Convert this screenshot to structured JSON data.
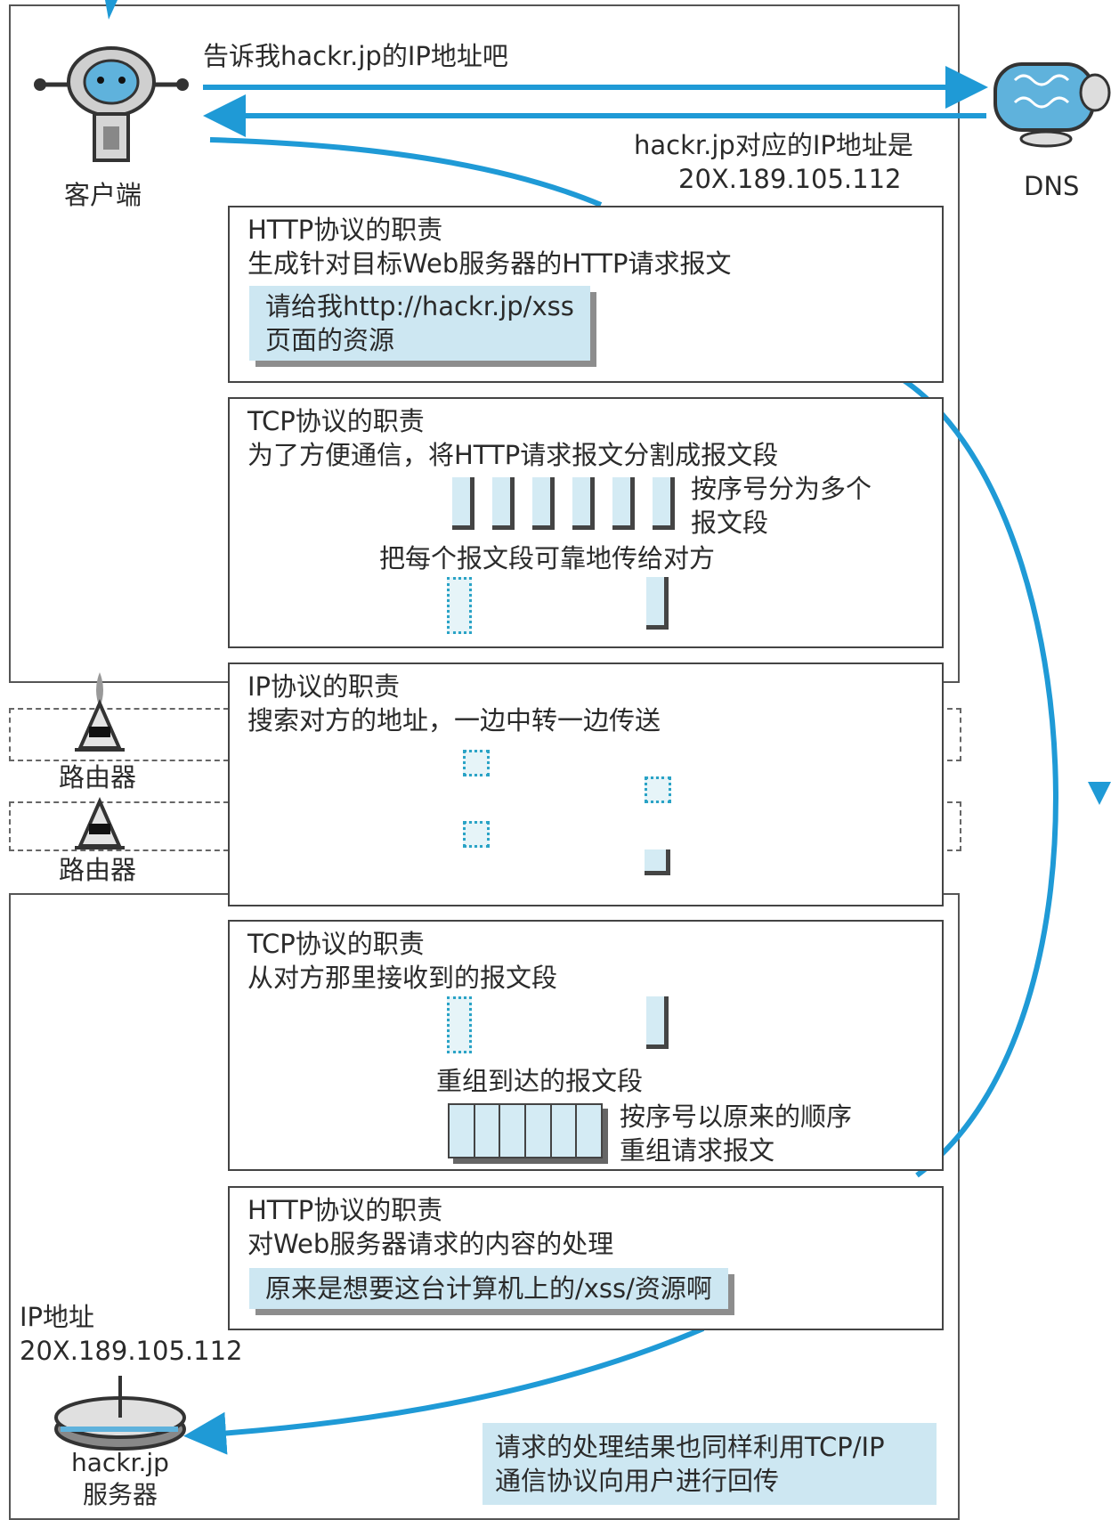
{
  "client": {
    "label": "客户端"
  },
  "dns": {
    "label": "DNS",
    "query": "告诉我hackr.jp的IP地址吧",
    "answer_line1": "hackr.jp对应的IP地址是",
    "answer_line2": "20X.189.105.112"
  },
  "http_client": {
    "title": "HTTP协议的职责",
    "desc": "生成针对目标Web服务器的HTTP请求报文",
    "note_line1": "请给我http://hackr.jp/xss",
    "note_line2": "页面的资源"
  },
  "tcp_client": {
    "title": "TCP协议的职责",
    "desc": "为了方便通信，将HTTP请求报文分割成报文段",
    "split_line1": "按序号分为多个",
    "split_line2": "报文段",
    "reliable": "把每个报文段可靠地传给对方"
  },
  "ip": {
    "title": "IP协议的职责",
    "desc": "搜索对方的地址，一边中转一边传送"
  },
  "routers": [
    {
      "label": "路由器"
    },
    {
      "label": "路由器"
    }
  ],
  "tcp_server": {
    "title": "TCP协议的职责",
    "desc": "从对方那里接收到的报文段",
    "reassemble": "重组到达的报文段",
    "order_line1": "按序号以原来的顺序",
    "order_line2": "重组请求报文"
  },
  "http_server": {
    "title": "HTTP协议的职责",
    "desc": "对Web服务器请求的内容的处理",
    "note": "原来是想要这台计算机上的/xss/资源啊"
  },
  "server": {
    "ip_label": "IP地址",
    "ip_value": "20X.189.105.112",
    "name": "hackr.jp",
    "role": "服务器"
  },
  "response_note": {
    "line1": "请求的处理结果也同样利用TCP/IP",
    "line2": "通信协议向用户进行回传"
  },
  "colors": {
    "accent": "#1f9ad6",
    "note_bg": "#cde7f2"
  }
}
